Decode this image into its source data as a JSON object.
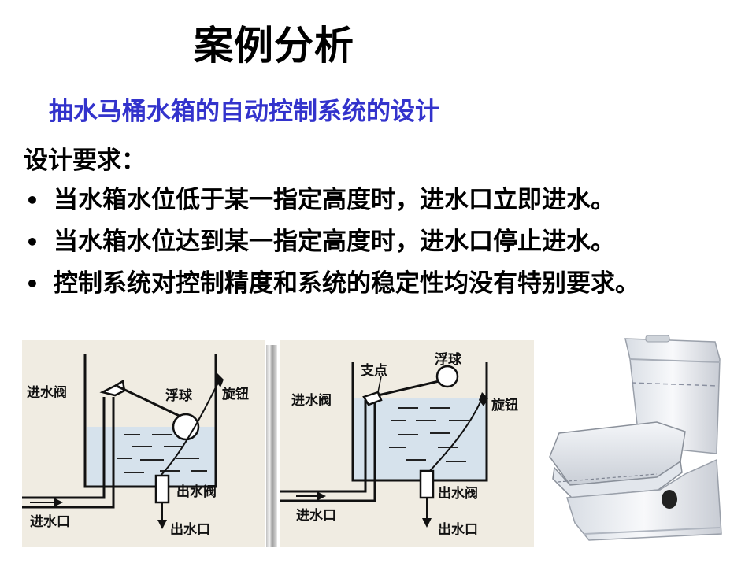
{
  "slide": {
    "title": "案例分析",
    "subtitle": "抽水马桶水箱的自动控制系统的设计",
    "requirements_heading": "设计要求：",
    "requirements": [
      "当水箱水位低于某一指定高度时，进水口立即进水。",
      "当水箱水位达到某一指定高度时，进水口停止进水。",
      "控制系统对控制精度和系统的稳定性均没有特别要求。"
    ],
    "bullet_symbol": "•"
  },
  "diagram_left": {
    "inlet_valve": "进水阀",
    "float": "浮球",
    "knob": "旋钮",
    "outlet_valve": "出水阀",
    "inlet": "进水口",
    "outlet": "出水口"
  },
  "diagram_right": {
    "pivot": "支点",
    "float": "浮球",
    "inlet_valve": "进水阀",
    "knob": "旋钮",
    "outlet_valve": "出水阀",
    "inlet": "进水口",
    "outlet": "出水口"
  },
  "colors": {
    "subtitle": "#3333cc",
    "panel_background": "#f0ece2",
    "water": "#d6e2ec"
  }
}
